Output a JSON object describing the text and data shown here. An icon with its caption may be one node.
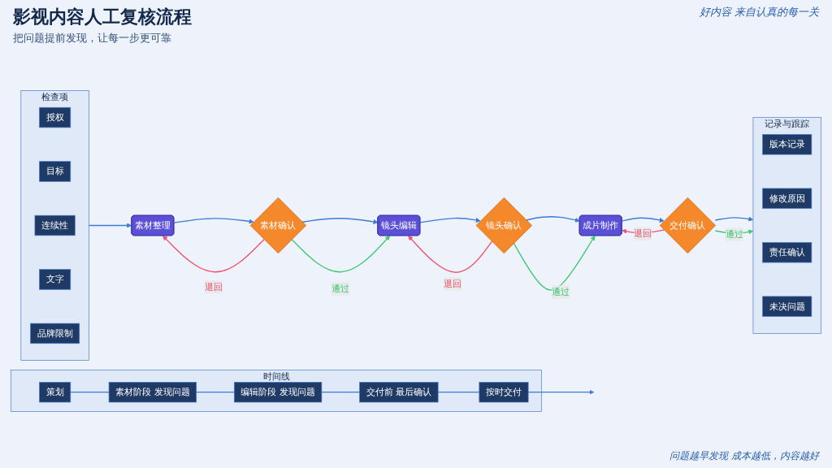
{
  "diagram": {
    "title": "影视内容人工复核流程",
    "nodes": [
      {
        "text": [
          "检查项"
        ]
      },
      {
        "text": [
          "授权"
        ],
        "in": 0
      },
      {
        "text": [
          "目标"
        ],
        "in": 0
      },
      {
        "text": [
          "连续性"
        ],
        "in": 0
      },
      {
        "text": [
          "文字"
        ],
        "in": 0
      },
      {
        "text": [
          "品牌限制"
        ],
        "in": 0
      },
      {
        "text": [
          "素材整理"
        ]
      },
      {
        "text": [
          "素材确认"
        ]
      },
      {
        "text": [
          "镜头编辑"
        ]
      },
      {
        "text": [
          "镜头确认"
        ]
      },
      {
        "text": [
          "成片制作"
        ]
      },
      {
        "text": [
          "交付确认"
        ]
      },
      {
        "text": [
          "记录与跟踪"
        ]
      },
      {
        "text": [
          "版本记录"
        ],
        "in": 12
      },
      {
        "text": [
          "修改原因"
        ],
        "in": 12
      },
      {
        "text": [
          "责任确认"
        ],
        "in": 12
      },
      {
        "text": [
          "未决问题"
        ],
        "in": 12
      },
      {
        "text": [
          "时间线"
        ]
      },
      {
        "text": [
          "策划"
        ],
        "in": 17
      },
      {
        "text": [
          "素材阶段 发现问题"
        ],
        "in": 17
      },
      {
        "text": [
          "编辑阶段 发现问题"
        ],
        "in": 17
      },
      {
        "text": [
          "交付前 最后确认"
        ],
        "in": 17
      },
      {
        "text": [
          "按时交付"
        ],
        "in": 17
      }
    ],
    "edges": [
      {
        "from": 0,
        "to": 6,
        "arrow": "to"
      },
      {
        "from": 6,
        "to": 7,
        "arrow": "to"
      },
      {
        "from": 7,
        "to": 8,
        "arrow": "to"
      },
      {
        "from": 7,
        "to": 8,
        "arrow": "to",
        "label": "通过",
        "color": "#3fc873"
      },
      {
        "from": 7,
        "to": 6,
        "arrow": "to",
        "label": "退回",
        "color": "#f0506e"
      },
      {
        "from": 8,
        "to": 9,
        "arrow": "to"
      },
      {
        "from": 9,
        "to": 10,
        "arrow": "to"
      },
      {
        "from": 9,
        "to": 10,
        "arrow": "to",
        "label": "通过",
        "color": "#3fc873"
      },
      {
        "from": 9,
        "to": 8,
        "arrow": "to",
        "label": "退回",
        "color": "#f0506e"
      },
      {
        "from": 10,
        "to": 11,
        "arrow": "to"
      },
      {
        "from": 11,
        "to": 12,
        "arrow": "to"
      },
      {
        "from": 11,
        "to": 12,
        "arrow": "to",
        "label": "通过",
        "color": "#3fc873"
      },
      {
        "from": 11,
        "to": 10,
        "arrow": "to",
        "label": "退回",
        "color": "#f0506e"
      },
      {
        "from": 18,
        "to": 19,
        "arrow": "none"
      },
      {
        "from": 19,
        "to": 20,
        "arrow": "none"
      },
      {
        "from": 20,
        "to": 21,
        "arrow": "none"
      },
      {
        "from": 21,
        "to": 22,
        "arrow": "none"
      },
      {
        "from": 22,
        "to": null,
        "arrow": "to"
      }
    ],
    "labels": [
      "把问题提前发现，让每一步更可靠",
      "好内容 来自认真的每一关",
      "问题越早发现 成本越低，内容越好"
    ]
  }
}
